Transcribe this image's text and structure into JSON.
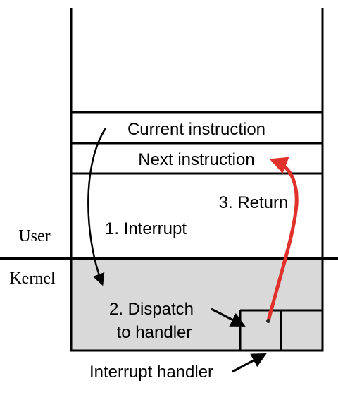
{
  "labels": {
    "current_instruction": "Current instruction",
    "next_instruction": "Next instruction",
    "step_return": "3. Return",
    "step_interrupt": "1. Interrupt",
    "step_dispatch_line1": "2. Dispatch",
    "step_dispatch_line2": "to handler",
    "interrupt_handler": "Interrupt handler",
    "user": "User",
    "kernel": "Kernel"
  },
  "colors": {
    "kernel_fill": "#d9d9d9",
    "return_arrow": "#e0312a",
    "stroke": "#000000"
  }
}
